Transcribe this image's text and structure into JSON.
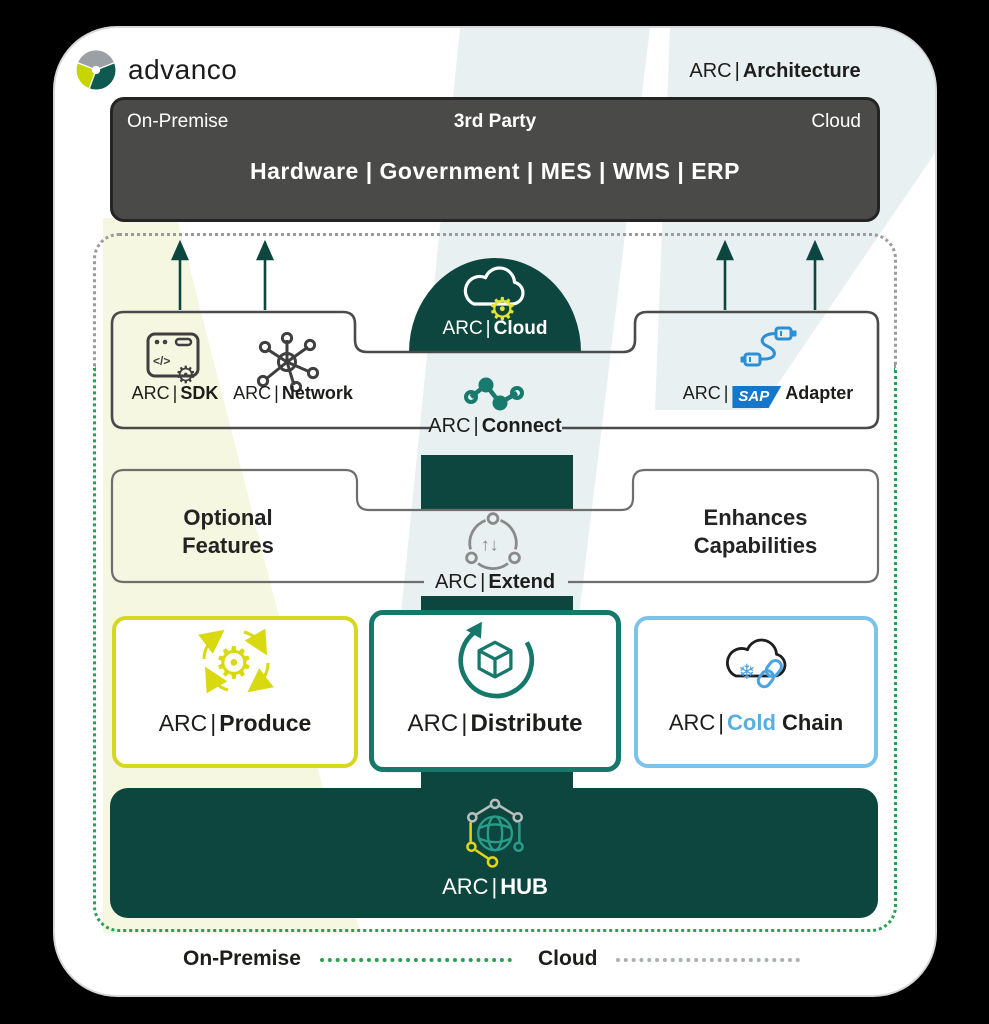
{
  "pipe": "|",
  "brand": {
    "name": "advanco"
  },
  "header_right": {
    "prefix": "ARC",
    "name": "Architecture"
  },
  "third_party": {
    "left": "On-Premise",
    "center": "3rd Party",
    "right": "Cloud",
    "systems": "Hardware | Government | MES | WMS | ERP"
  },
  "modules": {
    "cloud": {
      "prefix": "ARC",
      "name": "Cloud"
    },
    "sdk": {
      "prefix": "ARC",
      "name": "SDK"
    },
    "network": {
      "prefix": "ARC",
      "name": "Network"
    },
    "sap_adapter": {
      "prefix": "ARC",
      "logo": "SAP",
      "name": "Adapter"
    },
    "connect": {
      "prefix": "ARC",
      "name": "Connect"
    },
    "extend": {
      "prefix": "ARC",
      "name": "Extend",
      "left_note": "Optional Features",
      "right_note": "Enhances Capabilities"
    },
    "produce": {
      "prefix": "ARC",
      "name": "Produce"
    },
    "distribute": {
      "prefix": "ARC",
      "name": "Distribute"
    },
    "cold_chain": {
      "prefix": "ARC",
      "name_primary": "Cold",
      "name_secondary": "Chain"
    },
    "hub": {
      "prefix": "ARC",
      "name": "HUB"
    }
  },
  "legend": {
    "on_premise": "On-Premise",
    "cloud": "Cloud"
  },
  "colors": {
    "dark_teal": "#0c463e",
    "teal": "#15786b",
    "connect_teal": "#177a6c",
    "yellow": "#d8d90e",
    "light_blue": "#7cc3ea",
    "sap_blue": "#1577cc",
    "icon_blue": "#2b8fd8",
    "green_dots": "#2aa052",
    "gray_dots": "#9b9b9b",
    "third_party_gray": "#4a4a48"
  }
}
